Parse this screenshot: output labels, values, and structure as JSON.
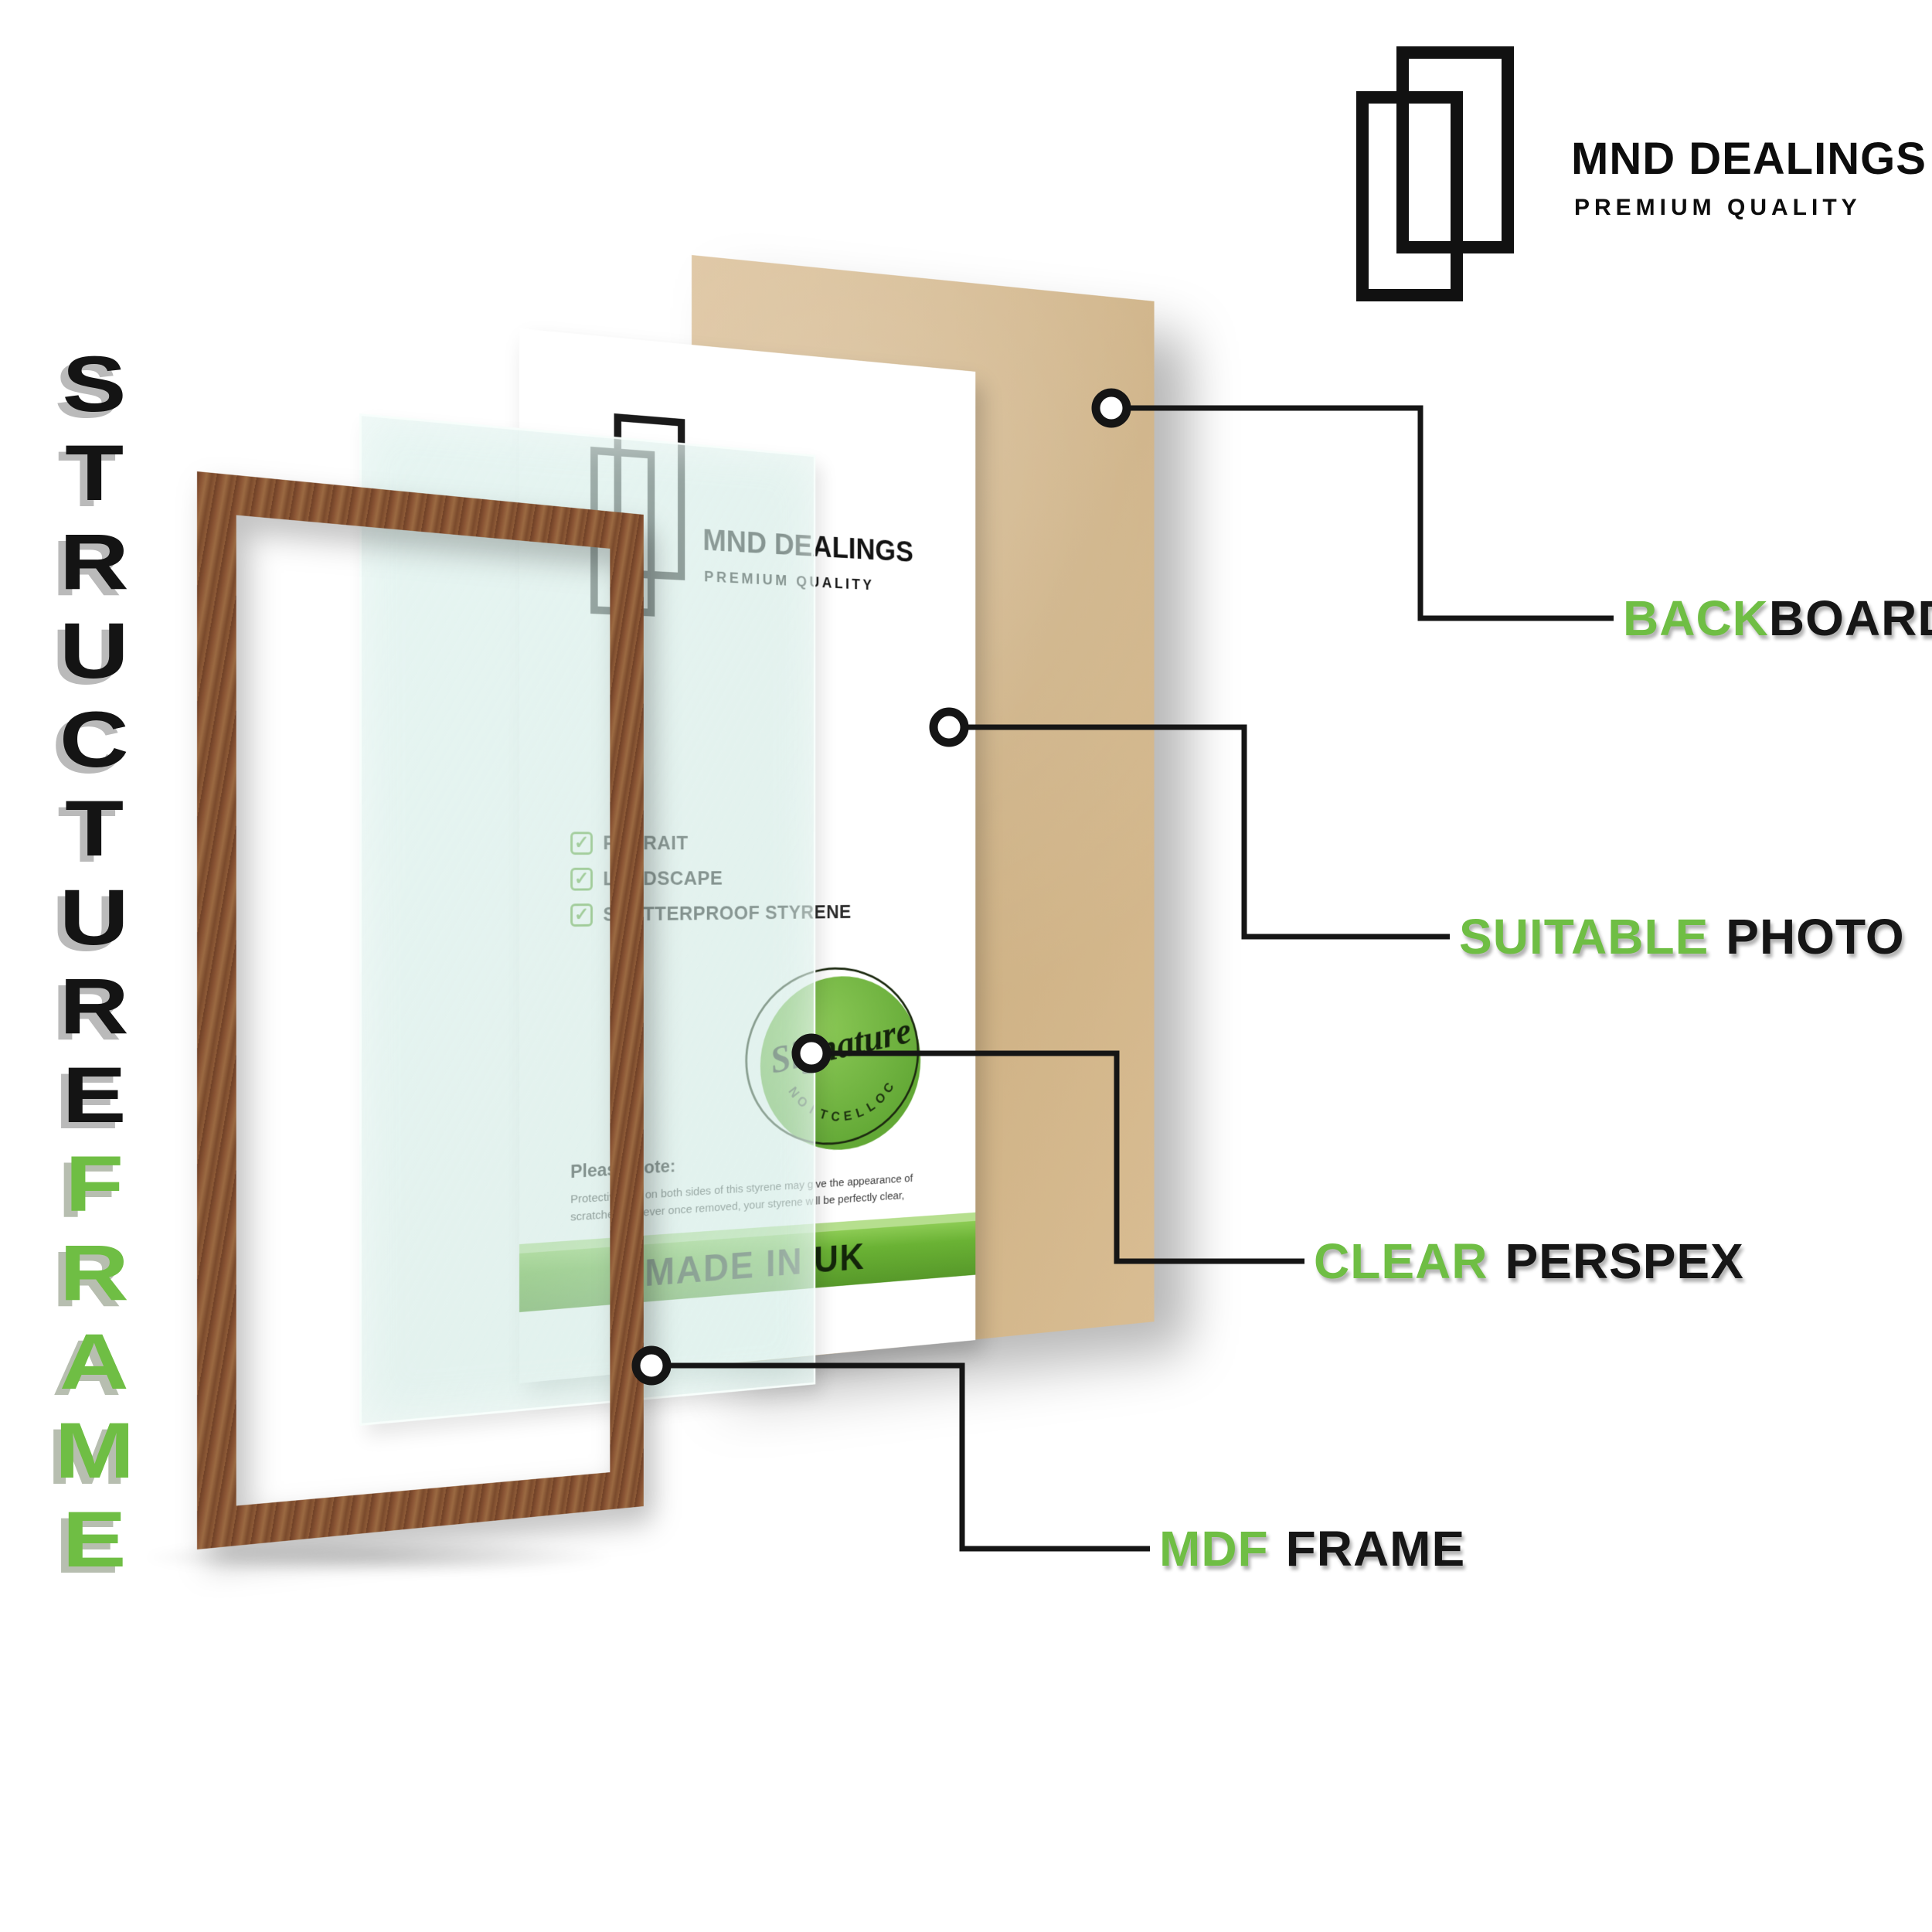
{
  "brand": {
    "name": "MND DEALINGS",
    "tagline": "PREMIUM QUALITY"
  },
  "vertical_title": {
    "word_top": "STRUCTURE",
    "word_bottom": "FRAME"
  },
  "callouts": [
    {
      "green": "BACK",
      "black": "BOARD"
    },
    {
      "green": "SUITABLE",
      "black": "PHOTO"
    },
    {
      "green": "CLEAR",
      "black": "PERSPEX"
    },
    {
      "green": "MDF",
      "black": "FRAME"
    }
  ],
  "insert": {
    "brand_name": "MND DEALINGS",
    "brand_tagline": "PREMIUM QUALITY",
    "checklist": [
      "POTRAIT",
      "LANDSCAPE",
      "SHATTERPROOF STYRENE"
    ],
    "note_title": "Please Note:",
    "note_body": "Protective film on both sides of this styrene may give the appearance of scratches however once removed, your styrene will be perfectly clear,",
    "badge": {
      "script": "Signature",
      "arc": "COLLECTION"
    },
    "banner": "MADE IN UK"
  },
  "colors": {
    "accent_green": "#6fbe44",
    "banner_green": "#69b236",
    "wood_brown": "#8a5434",
    "backboard_tan": "#d5b98f",
    "line_black": "#151515"
  }
}
